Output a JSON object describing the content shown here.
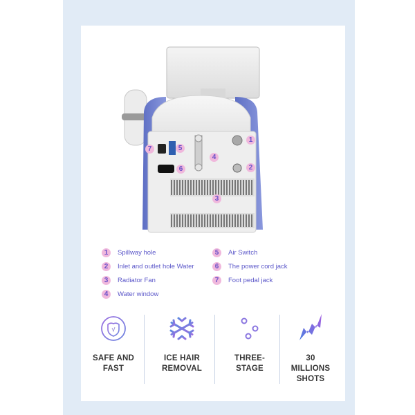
{
  "colors": {
    "frame": "#e1ebf6",
    "card": "#ffffff",
    "badge_bg": "#f0b8dc",
    "badge_text": "#6a4fc8",
    "legend_text": "#5b57c9",
    "feature_text": "#333333",
    "machine_accent": "#6f7fd0"
  },
  "diagram": {
    "callouts": [
      {
        "num": "1",
        "label": "Spillway hole"
      },
      {
        "num": "2",
        "label": "Inlet and outlet hole Water"
      },
      {
        "num": "3",
        "label": "Radiator Fan"
      },
      {
        "num": "4",
        "label": "Water window"
      },
      {
        "num": "5",
        "label": "Air Switch"
      },
      {
        "num": "6",
        "label": "The power cord jack"
      },
      {
        "num": "7",
        "label": "Foot pedal jack"
      }
    ]
  },
  "features": [
    {
      "icon": "shield-check-icon",
      "line1": "SAFE AND",
      "line2": "FAST",
      "line3": ""
    },
    {
      "icon": "snowflake-icon",
      "line1": "ICE HAIR",
      "line2": "REMOVAL",
      "line3": ""
    },
    {
      "icon": "sliders-icon",
      "line1": "THREE-",
      "line2": "STAGE",
      "line3": ""
    },
    {
      "icon": "lightning-icon",
      "line1": "30",
      "line2": "MILLIONS",
      "line3": "SHOTS"
    }
  ]
}
